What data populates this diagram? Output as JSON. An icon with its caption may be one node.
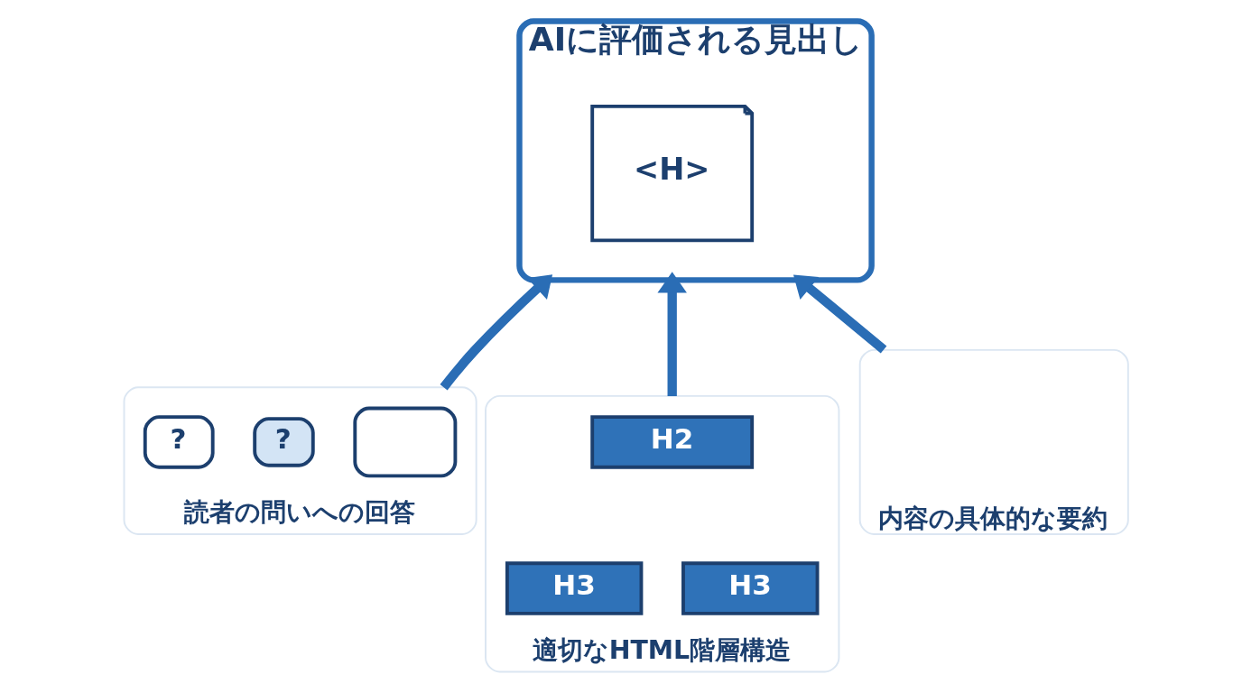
{
  "diagram": {
    "nodes": [
      {
        "text": [
          "AIに評価される見出し"
        ]
      },
      {
        "text": [
          "<H>"
        ],
        "in": 0
      },
      {
        "text": [
          "読者の問いへの回答"
        ]
      },
      {
        "text": [
          "?"
        ],
        "in": 2
      },
      {
        "text": [
          "?"
        ],
        "in": 2
      },
      {
        "text": [],
        "shape": "bubble",
        "in": 2
      },
      {
        "text": [
          "適切なHTML階層構造"
        ]
      },
      {
        "text": [
          "H2"
        ],
        "in": 6
      },
      {
        "text": [
          "H3"
        ],
        "in": 6
      },
      {
        "text": [
          "H3"
        ],
        "in": 6
      },
      {
        "text": [
          "内容の具体的な要約"
        ]
      }
    ],
    "edges": [
      {
        "from": 2,
        "to": 0,
        "arrow": "to"
      },
      {
        "from": 6,
        "to": 0,
        "arrow": "to"
      },
      {
        "from": 10,
        "to": 0,
        "arrow": "to"
      }
    ]
  }
}
